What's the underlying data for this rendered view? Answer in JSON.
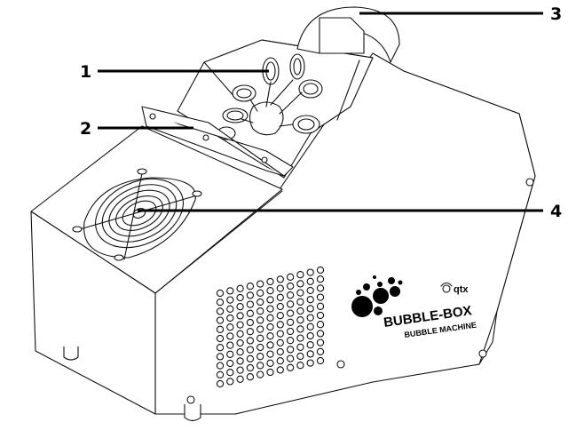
{
  "callouts": [
    {
      "number": "1",
      "target": "bubble-wands"
    },
    {
      "number": "2",
      "target": "fluid-tray"
    },
    {
      "number": "3",
      "target": "carry-handle"
    },
    {
      "number": "4",
      "target": "fan"
    }
  ],
  "branding": {
    "brand_logo_text": "qtx",
    "product_name": "BUBBLE-BOX",
    "product_subtitle": "BUBBLE MACHINE"
  },
  "colors": {
    "line": "#111111",
    "background": "#ffffff"
  }
}
